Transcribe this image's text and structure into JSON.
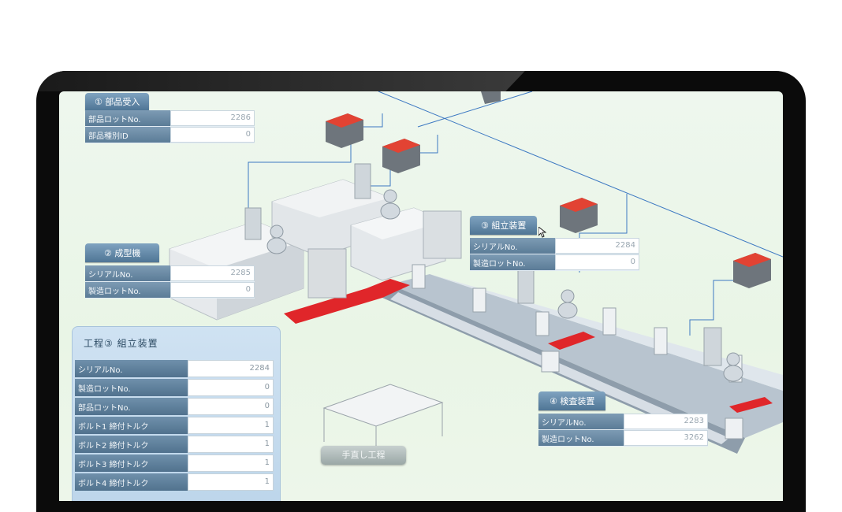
{
  "panels": {
    "p1": {
      "title": "① 部品受入",
      "rows": [
        {
          "label": "部品ロットNo.",
          "value": "2286"
        },
        {
          "label": "部品種別ID",
          "value": "0"
        }
      ]
    },
    "p2": {
      "title": "② 成型機",
      "rows": [
        {
          "label": "シリアルNo.",
          "value": "2285"
        },
        {
          "label": "製造ロットNo.",
          "value": "0"
        }
      ]
    },
    "p3": {
      "title": "③ 組立装置",
      "rows": [
        {
          "label": "シリアルNo.",
          "value": "2284"
        },
        {
          "label": "製造ロットNo.",
          "value": "0"
        }
      ]
    },
    "p4": {
      "title": "④ 検査装置",
      "rows": [
        {
          "label": "シリアルNo.",
          "value": "2283"
        },
        {
          "label": "製造ロットNo.",
          "value": "3262"
        }
      ]
    }
  },
  "detail": {
    "title": "工程③ 組立装置",
    "rows": [
      {
        "label": "シリアルNo.",
        "value": "2284"
      },
      {
        "label": "製造ロットNo.",
        "value": "0"
      },
      {
        "label": "部品ロットNo.",
        "value": "0"
      },
      {
        "label": "ボルト1 締付トルク",
        "value": "1"
      },
      {
        "label": "ボルト2 締付トルク",
        "value": "1"
      },
      {
        "label": "ボルト3 締付トルク",
        "value": "1"
      },
      {
        "label": "ボルト4 締付トルク",
        "value": "1"
      }
    ]
  },
  "rework_label": "手直し工程",
  "colors": {
    "panel_header": "#5c81a0",
    "panel_label": "#5b7c97",
    "conveyor": "#c9d3dd",
    "marker_red": "#e0262a",
    "network_line": "#3c78c2"
  }
}
